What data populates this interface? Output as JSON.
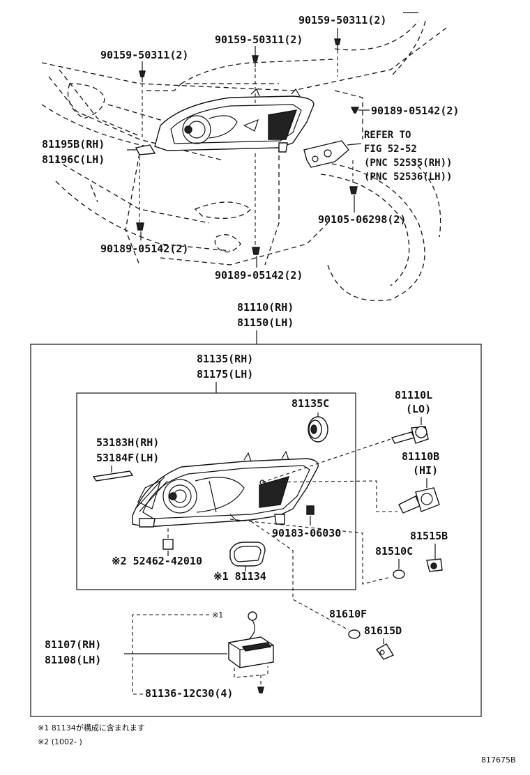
{
  "diagram": {
    "labels": {
      "bolt_top_right": "90159-50311(2)",
      "bolt_top_mid": "90159-50311(2)",
      "bolt_top_left": "90159-50311(2)",
      "clip_right": "90189-05142(2)",
      "refer_1": "REFER TO",
      "refer_2": "FIG 52-52",
      "refer_3": "(PNC 52535(RH))",
      "refer_4": "(PNC 52536(LH))",
      "bracket_rh": "81195B(RH)",
      "bracket_lh": "81196C(LH)",
      "screw_right": "90105-06298(2)",
      "clip_left": "90189-05142(2)",
      "clip_bottom": "90189-05142(2)",
      "assy_rh": "81110(RH)",
      "assy_lh": "81150(LH)",
      "unit_rh": "81135(RH)",
      "unit_lh": "81175(LH)",
      "cap": "81135C",
      "bulb_lo_num": "81110L",
      "bulb_lo_tag": "(LO)",
      "bulb_hi_num": "81110B",
      "bulb_hi_tag": "(HI)",
      "trim_rh": "53183H(RH)",
      "trim_lh": "53184F(LH)",
      "nut": "90183-06030",
      "socket_b": "81515B",
      "bulb_c": "81510C",
      "cushion": "※2 52462-42010",
      "gasket": "※1 81134",
      "marker": "81610F",
      "socket_d": "81615D",
      "mark_1": "※1",
      "ballast_rh": "81107(RH)",
      "ballast_lh": "81108(LH)",
      "ballast_screw": "81136-12C30(4)"
    },
    "footnotes": {
      "note_1": "※1 81134が構成に含まれます",
      "note_2": "※2 (1002-     )"
    },
    "figure_ref": "817675B"
  }
}
